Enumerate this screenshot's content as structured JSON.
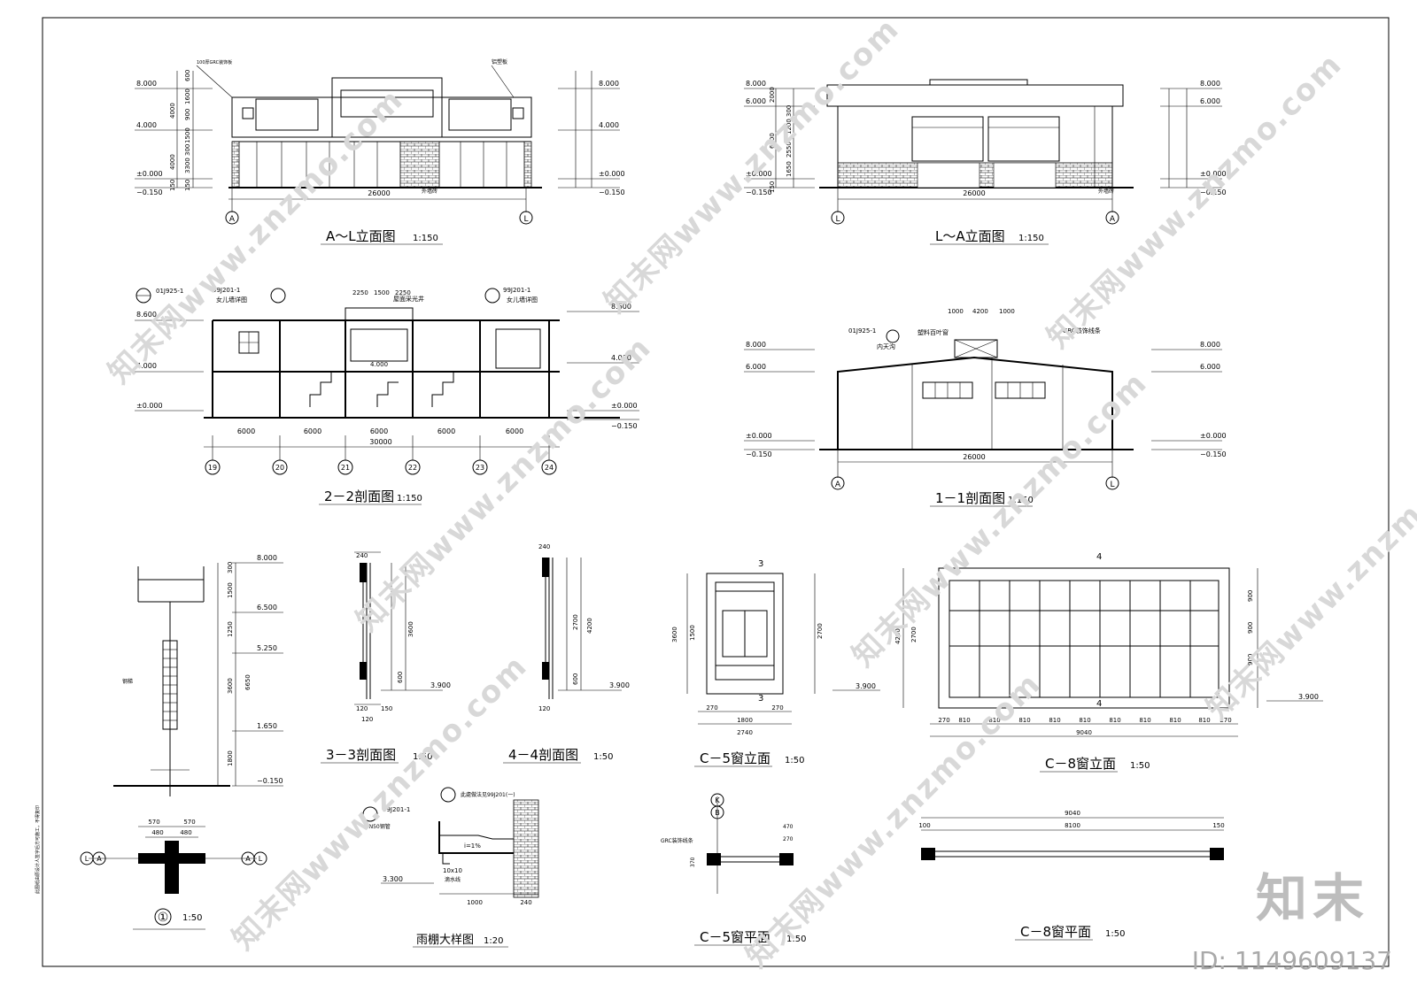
{
  "drawings": {
    "elev_al": {
      "title": "A～L立面图",
      "scale": "1:150",
      "span": "26000",
      "axis_left": "A",
      "axis_right": "L",
      "levels": [
        "8.000",
        "4.000",
        "±0.000",
        "−0.150"
      ],
      "note1": "100厚GRC装饰板",
      "note2": "铝塑板",
      "dims_left": [
        "600",
        "1600",
        "900",
        "4000",
        "1500",
        "300",
        "3300",
        "4000",
        "150",
        "150"
      ],
      "ground": "外墙砖"
    },
    "elev_la": {
      "title": "L～A立面图",
      "scale": "1:150",
      "span": "26000",
      "axis_left": "L",
      "axis_right": "A",
      "levels": [
        "8.000",
        "6.000",
        "±0.000",
        "−0.150"
      ],
      "ground": "外墙砖",
      "dims_left": [
        "2000",
        "300",
        "1200",
        "6000",
        "2550",
        "1650",
        "150"
      ]
    },
    "sect_22": {
      "title": "2－2剖面图",
      "scale": "1:150",
      "total": "30000",
      "bays": [
        "6000",
        "6000",
        "6000",
        "6000",
        "6000"
      ],
      "axes": [
        "19",
        "20",
        "21",
        "22",
        "23",
        "24"
      ],
      "levels": [
        "8.600",
        "4.000",
        "±0.000",
        "−0.150"
      ],
      "ref1": "01J925-1",
      "ref2": "99J201-1",
      "ref3": "99J201-1",
      "note_parapet": "女儿墙详图",
      "note_sky": "屋面采光井",
      "top_dims": [
        "2250",
        "1500",
        "2250"
      ],
      "lvl_mid": "4.000"
    },
    "sect_11": {
      "title": "1－1剖面图",
      "scale": "1:150",
      "span": "26000",
      "axis_left": "A",
      "axis_right": "L",
      "levels": [
        "8.000",
        "6.000",
        "±0.000",
        "−0.150"
      ],
      "ref": "01J925-1",
      "note_louver": "塑料百叶窗",
      "note_grc": "GRC装饰线条",
      "note_gutter": "内天沟",
      "top_dims": [
        "1000",
        "4200",
        "1000"
      ]
    },
    "detail_1": {
      "title": "①",
      "scale": "1:50",
      "levels": [
        "8.000",
        "6.500",
        "5.250",
        "1.650",
        "−0.150"
      ],
      "dims": [
        "300",
        "1500",
        "1250",
        "3600",
        "6650",
        "1800"
      ],
      "plan_dims": [
        "570",
        "570",
        "480",
        "480"
      ],
      "axis_a": "A",
      "axis_l": "L",
      "note": "钢梯"
    },
    "sect_33": {
      "title": "3－3剖面图",
      "scale": "1:50",
      "level": "3.900",
      "dims": [
        "240",
        "3600",
        "600"
      ],
      "bottom": [
        "120",
        "150",
        "120"
      ]
    },
    "sect_44": {
      "title": "4－4剖面图",
      "scale": "1:50",
      "level": "3.900",
      "dims": [
        "240",
        "2700",
        "4200",
        "600"
      ],
      "bottom": [
        "120"
      ]
    },
    "win_c5": {
      "title": "C－5窗立面",
      "scale": "1:50",
      "widths": [
        "270",
        "1800",
        "270"
      ],
      "total": "2740",
      "heights": [
        "3600",
        "1500",
        "2700"
      ],
      "level": "3.900",
      "cut": "3"
    },
    "win_c8": {
      "title": "C－8窗立面",
      "scale": "1:50",
      "widths": [
        "270",
        "810",
        "810",
        "810",
        "810",
        "810",
        "810",
        "810",
        "810",
        "810",
        "270"
      ],
      "total": "9040",
      "heights": [
        "4200",
        "2700",
        "900",
        "900",
        "900"
      ],
      "level": "3.900",
      "cut": "4"
    },
    "canopy": {
      "title": "雨棚大样图",
      "scale": "1:20",
      "ref1": "99J201-1",
      "ref2": "此處做法见99J201(一)",
      "note_pipe": "DN50钢管",
      "slope": "i=1%",
      "level": "3.300",
      "dims": [
        "1000",
        "240"
      ],
      "drip": "10x10",
      "note_drip": "滴水线"
    },
    "win_c5_plan": {
      "title": "C－5窗平面",
      "scale": "1:50",
      "note": "GRC装饰线条",
      "axis_k": "K",
      "axis_b": "B",
      "dims": [
        "470",
        "270",
        "370"
      ]
    },
    "win_c8_plan": {
      "title": "C－8窗平面",
      "scale": "1:50",
      "total": "9040",
      "inner": "8100",
      "ends": [
        "100",
        "150"
      ]
    }
  },
  "side_note": "此图纸由原设计人签字后方可施工，不得复印",
  "watermark": "知末网www.znzmo.com",
  "brand": "知末",
  "id_label": "ID: 1149609137"
}
